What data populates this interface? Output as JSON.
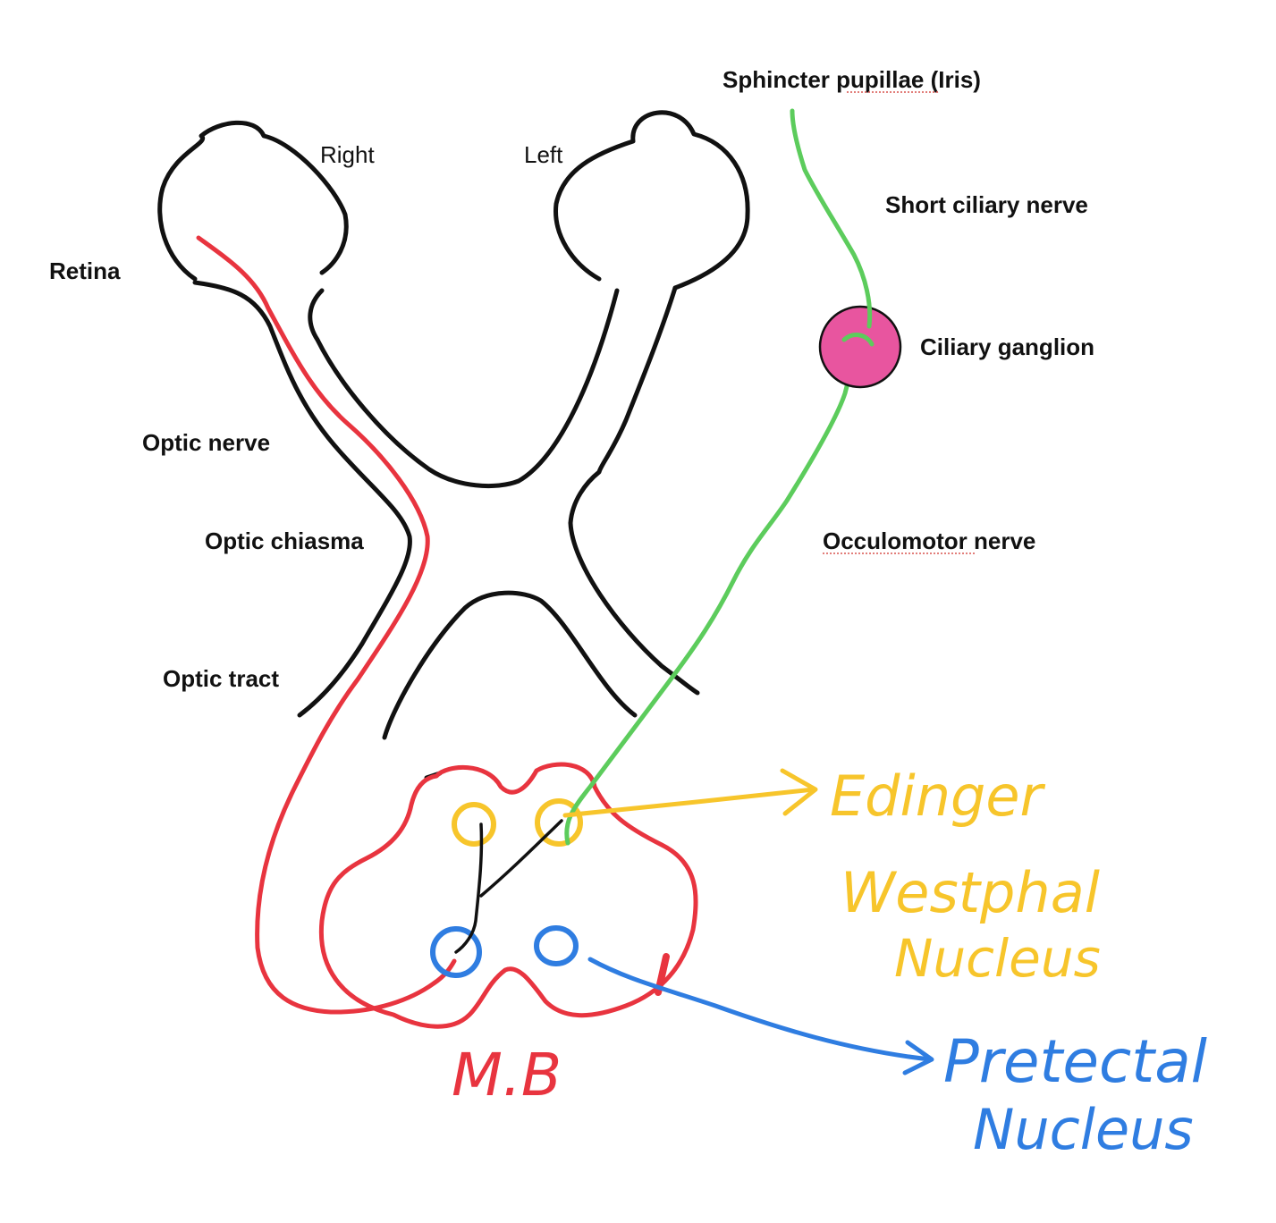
{
  "labels": {
    "sphincter": "Sphincter pupillae (Iris)",
    "right": "Right",
    "left": "Left",
    "short_ciliary": "Short ciliary nerve",
    "retina": "Retina",
    "ciliary_ganglion": "Ciliary ganglion",
    "optic_nerve": "Optic nerve",
    "optic_chiasma": "Optic chiasma",
    "occulomotor": "Occulomotor nerve",
    "optic_tract": "Optic tract",
    "edinger_1": "Edinger",
    "edinger_2": "Westphal",
    "edinger_3": "Nucleus",
    "pretectal_1": "Pretectal",
    "pretectal_2": "Nucleus",
    "midbrain": "M.B"
  },
  "colors": {
    "outline": "#111111",
    "afferent_path": "#e8343f",
    "midbrain": "#e8343f",
    "efferent_path": "#5ccc5c",
    "ganglion_fill": "#e8559f",
    "edinger_westphal": "#f7c52b",
    "pretectal": "#2f7de1"
  }
}
